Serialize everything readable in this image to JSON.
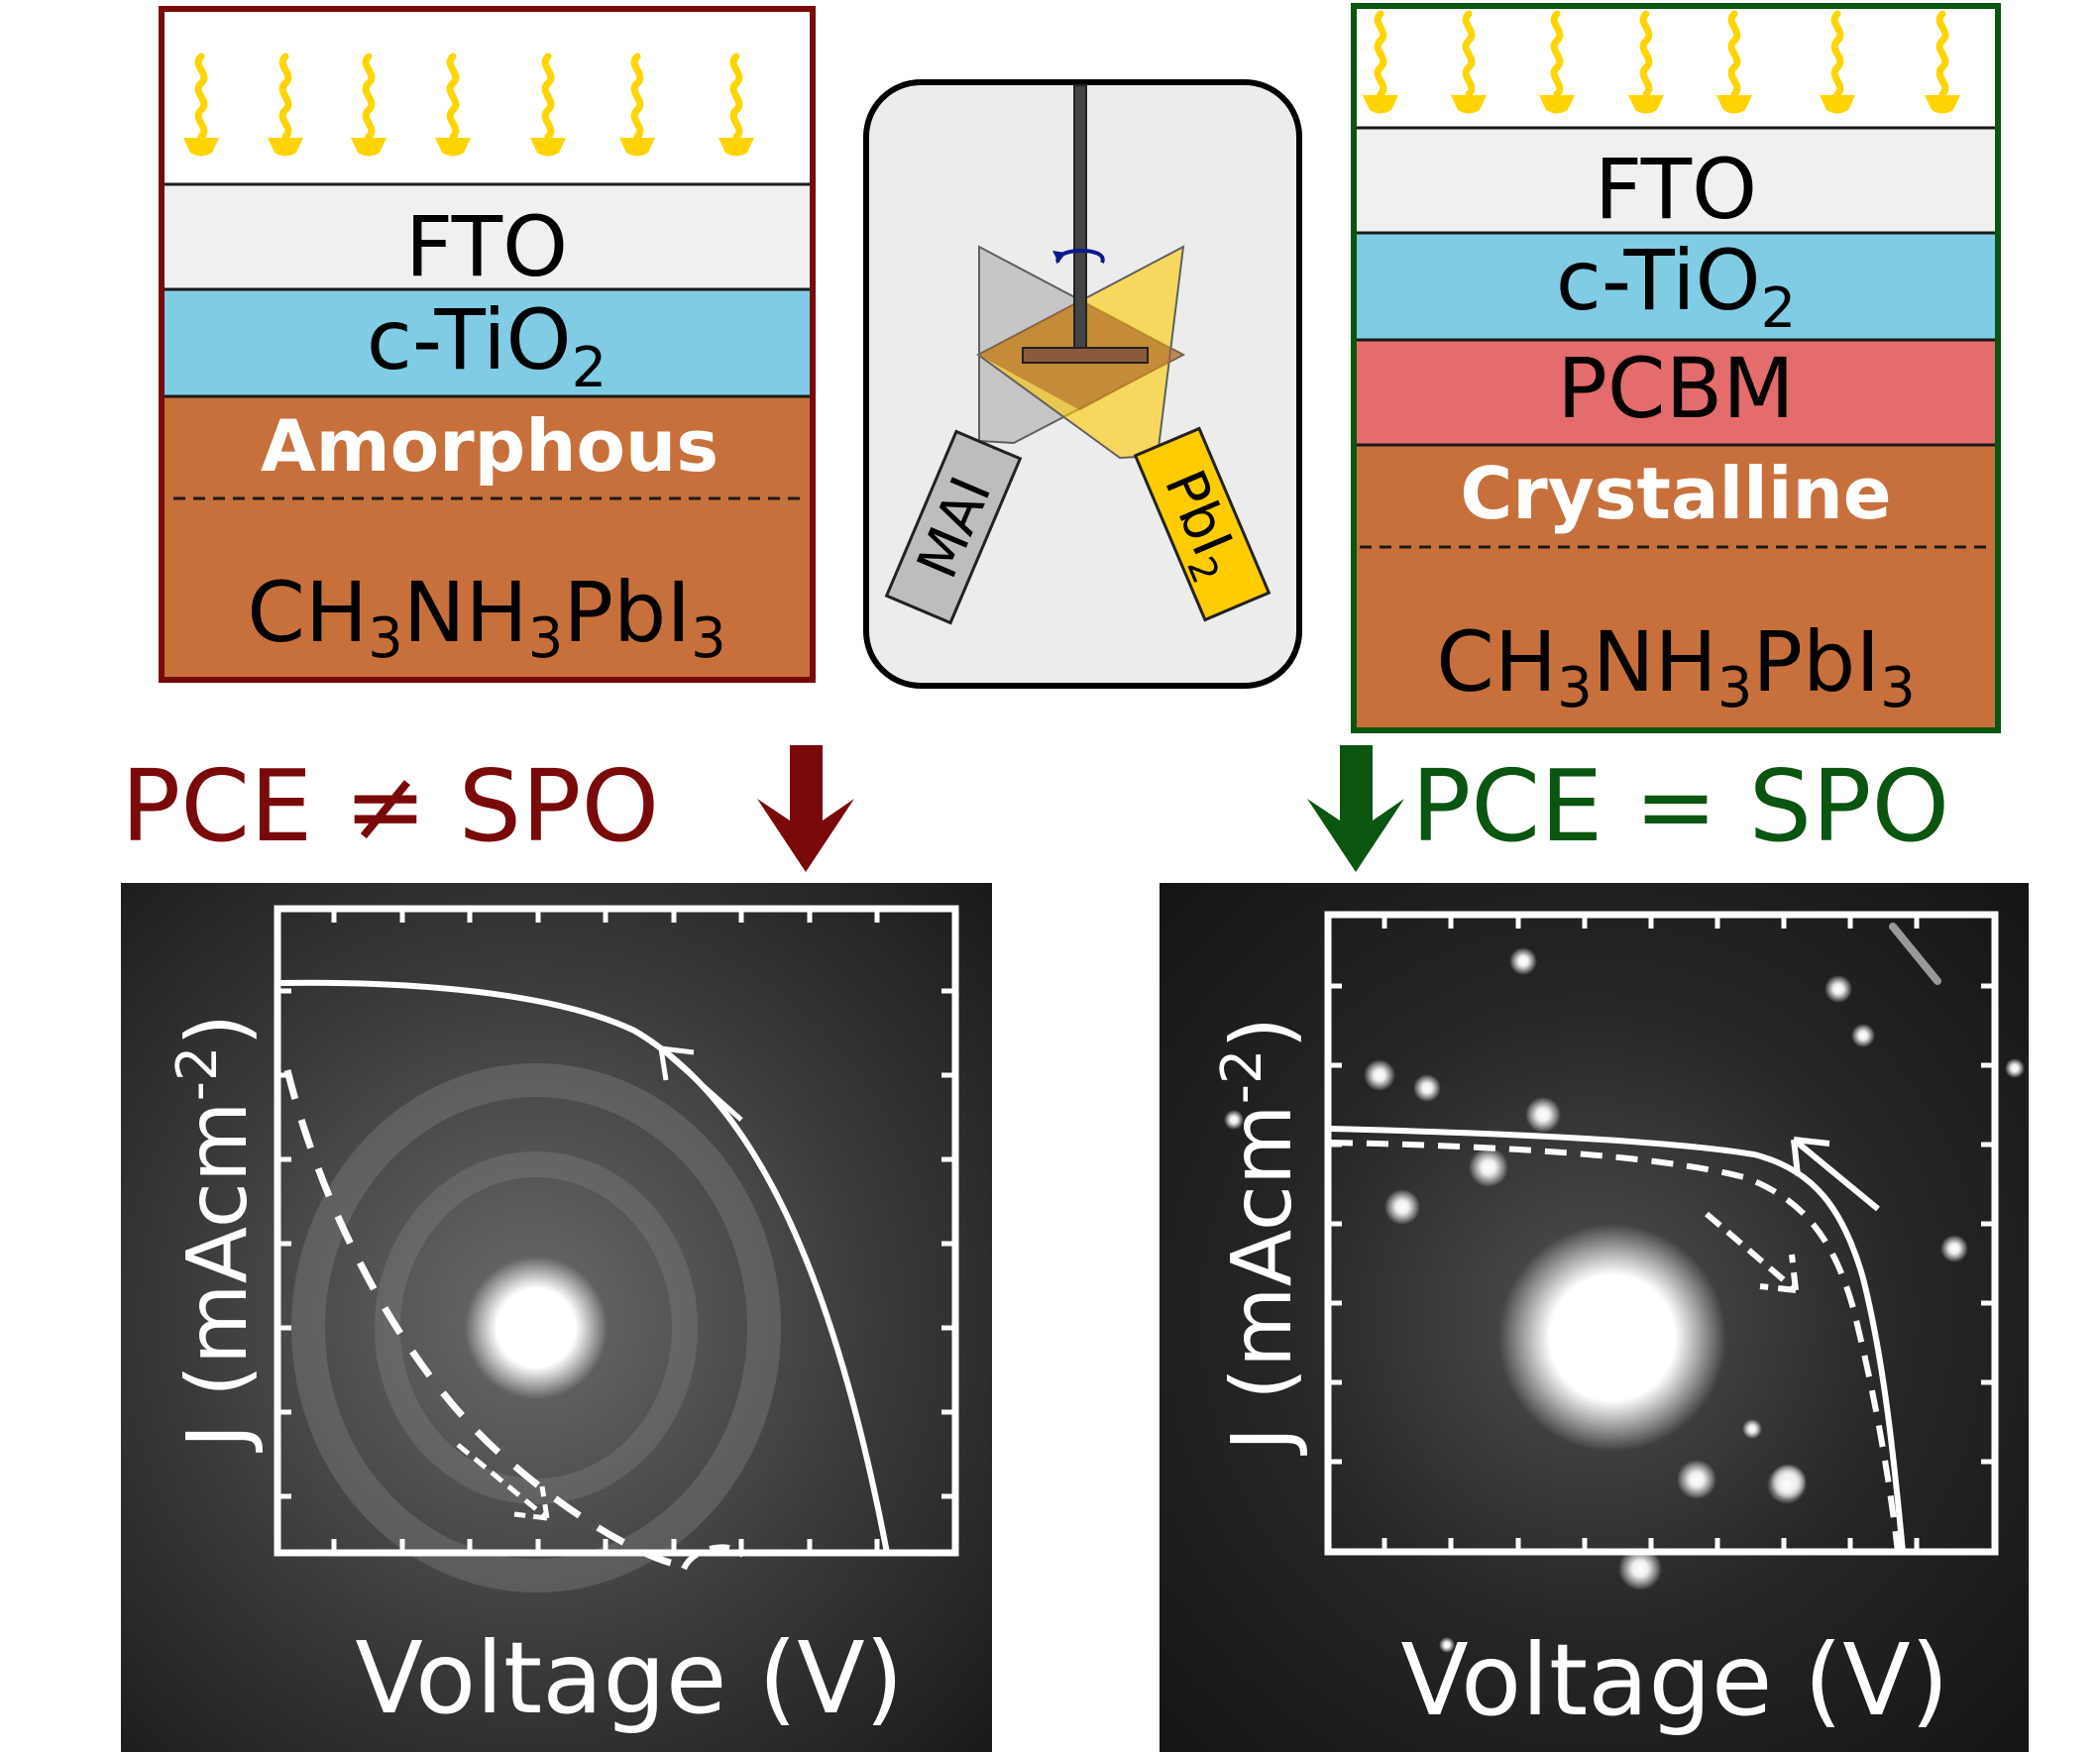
{
  "left_stack": {
    "frame_color": "#7a0a0a",
    "layers": {
      "fto": "FTO",
      "tio2_base": "c-TiO",
      "tio2_sub": "2",
      "perovskite_phase": "Amorphous",
      "perovskite_formula": [
        "CH",
        "3",
        "NH",
        "3",
        "PbI",
        "3"
      ]
    }
  },
  "right_stack": {
    "frame_color": "#0a5510",
    "layers": {
      "fto": "FTO",
      "tio2_base": "c-TiO",
      "tio2_sub": "2",
      "pcbm": "PCBM",
      "perovskite_phase": "Crystalline",
      "perovskite_formula": [
        "CH",
        "3",
        "NH",
        "3",
        "PbI",
        "3"
      ]
    }
  },
  "chamber": {
    "source_left": "MAI",
    "source_right_base": "PbI",
    "source_right_sub": "2"
  },
  "left_result": {
    "text": "PCE ≠ SPO",
    "color": "#7a0a0a"
  },
  "right_result": {
    "text": "PCE = SPO",
    "color": "#0a5510"
  },
  "left_plot": {
    "xlabel": "Voltage (V)",
    "ylabel_base": "J (mAcm",
    "ylabel_sup": "-2",
    "ylabel_close": ")"
  },
  "right_plot": {
    "xlabel": "Voltage (V)",
    "ylabel_base": "J (mAcm",
    "ylabel_sup": "-2",
    "ylabel_close": ")"
  },
  "colors": {
    "fto": "#f0f0f0",
    "tio2": "#80cce4",
    "pcbm": "#e46c6c",
    "perovskite": "#c8703c",
    "light": "#ffd400",
    "pbi2_source": "#ffcc00",
    "mai_source": "#bdbdbd"
  }
}
